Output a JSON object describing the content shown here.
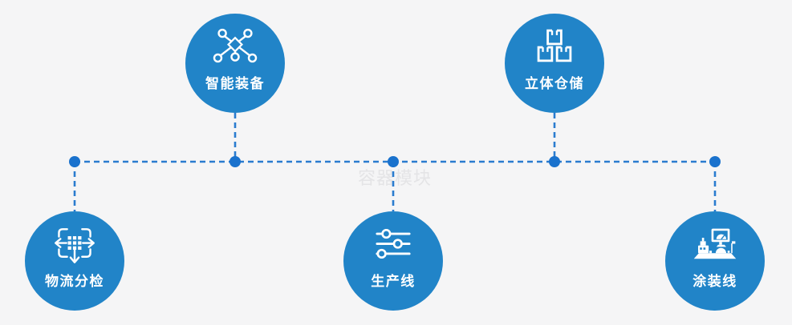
{
  "watermark": "容器模块",
  "colors": {
    "background": "#f5f5f6",
    "circle_fill": "#2184c8",
    "connector_dash": "#2a7ccf",
    "junction_dot": "#1a72cd",
    "label_text": "#ffffff",
    "watermark_text": "#e4e4e6"
  },
  "nodes": [
    {
      "id": "smart-equipment",
      "label": "智能装备",
      "icon": "network-nodes-icon",
      "position": "top-left"
    },
    {
      "id": "stereo-warehouse",
      "label": "立体仓储",
      "icon": "stacked-boxes-icon",
      "position": "top-right"
    },
    {
      "id": "logistics-sorting",
      "label": "物流分检",
      "icon": "sorting-arrows-icon",
      "position": "bottom-left"
    },
    {
      "id": "production-line",
      "label": "生产线",
      "icon": "sliders-icon",
      "position": "bottom-center"
    },
    {
      "id": "painting-line",
      "label": "涂装线",
      "icon": "machine-monitor-icon",
      "position": "bottom-right"
    }
  ]
}
